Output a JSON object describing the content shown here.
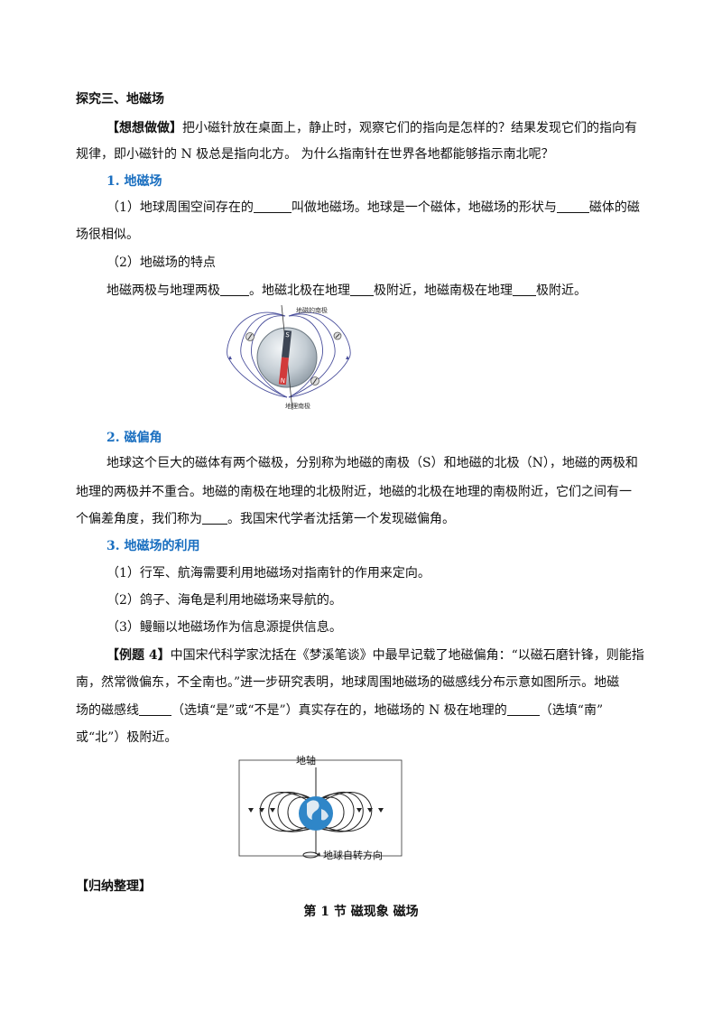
{
  "section_title": "探究三、地磁场",
  "think": {
    "tag": "【想想做做】",
    "line1": "把小磁针放在桌面上，静止时，观察它们的指向是怎样的？结果发现它们的指向有",
    "line2": "规律，即小磁针的 N 极总是指向北方。  为什么指南针在世界各地都能够指示南北呢？"
  },
  "h1": "1. 地磁场",
  "p1": {
    "a": "（1）地球周围空间存在的",
    "b": "叫做地磁场。地球是一个磁体，地磁场的形状与",
    "c": "磁体的磁",
    "d": "场很相似。"
  },
  "p2": "（2）地磁场的特点",
  "p3": {
    "a": "地磁两极与地理两极",
    "b": "。地磁北极在地理",
    "c": "极附近，地磁南极在地理",
    "d": "极附近。"
  },
  "fig1": {
    "label_top": "地磁的南极",
    "label_bottom": "地理南极",
    "bar_s": "S",
    "bar_n": "N"
  },
  "h2": "2. 磁偏角",
  "p4": {
    "line1": "地球这个巨大的磁体有两个磁极，分别称为地磁的南极（S）和地磁的北极（N），地磁的两极和",
    "line2": "地理的两极并不重合。地磁的南极在地理的北极附近，地磁的北极在地理的南极附近，它们之间有一",
    "line3a": "个偏差角度，我们称为",
    "line3b": "。我国宋代学者沈括第一个发现磁偏角。"
  },
  "h3": "3. 地磁场的利用",
  "uses": [
    "（1）行军、航海需要利用地磁场对指南针的作用来定向。",
    "（2）鸽子、海龟是利用地磁场来导航的。",
    "（3）鳗鲡以地磁场作为信息源提供信息。"
  ],
  "example": {
    "tag": "【例题 4】",
    "line1": "中国宋代科学家沈括在《梦溪笔谈》中最早记载了地磁偏角：“以磁石磨针锋，则能指",
    "line2": "南，然常微偏东，不全南也。”进一步研究表明，地球周围地磁场的磁感线分布示意如图所示。地磁",
    "line3a": "场的磁感线",
    "line3b": "（选填“是”或“不是”）真实存在的，地磁场的 N 极在地理的",
    "line3c": "（选填“南”",
    "line4": "或“北”）极附近。"
  },
  "fig2": {
    "label_axis": "地轴",
    "label_rotation": "地球自转方向"
  },
  "summary_tag": "【归纳整理】",
  "footer_title": "第 1 节   磁现象  磁场"
}
